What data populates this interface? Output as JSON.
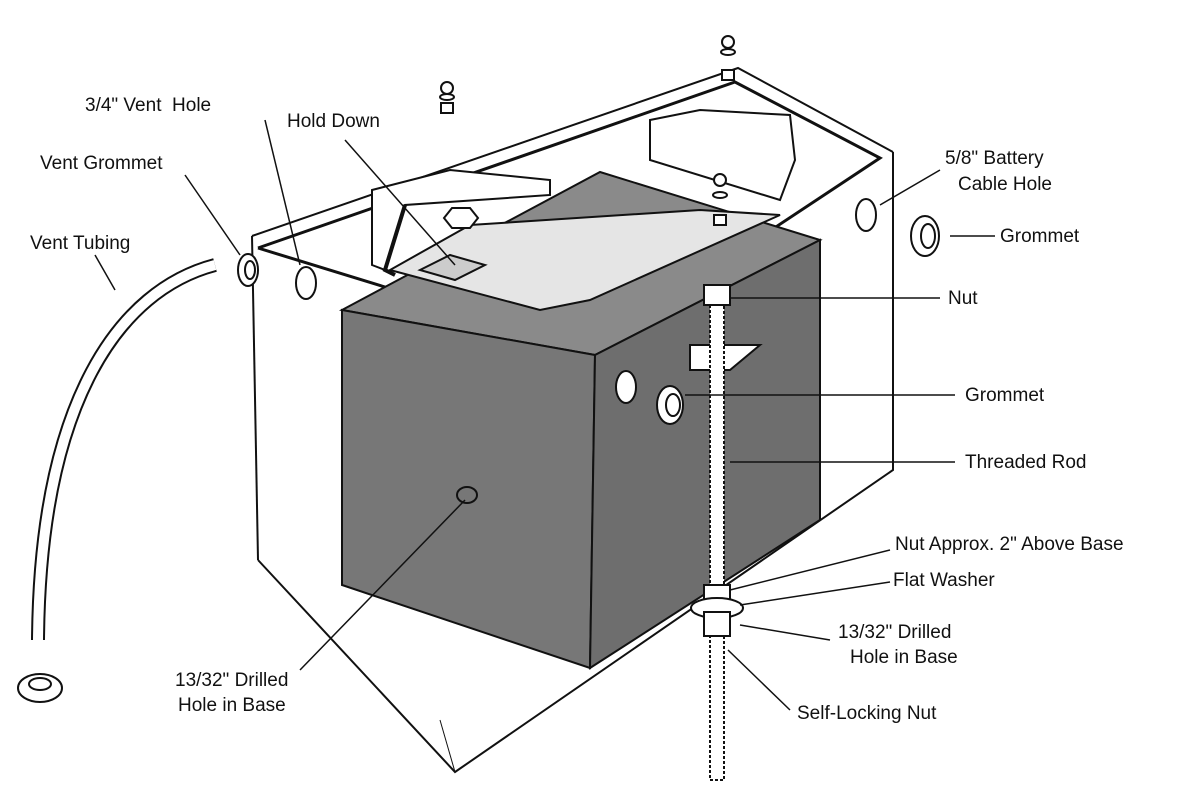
{
  "labels": {
    "vent_hole": "3/4\" Vent  Hole",
    "hold_down": "Hold Down",
    "vent_grommet": "Vent Grommet",
    "vent_tubing": "Vent Tubing",
    "cable_hole_1": "5/8\" Battery",
    "cable_hole_2": "Cable Hole",
    "grommet_right": "Grommet",
    "nut": "Nut",
    "grommet_mid": "Grommet",
    "threaded_rod": "Threaded Rod",
    "nut_above_base": "Nut Approx. 2\" Above Base",
    "flat_washer": "Flat Washer",
    "drilled_right_1": "13/32\" Drilled",
    "drilled_right_2": "Hole in Base",
    "self_locking_nut": "Self-Locking Nut",
    "drilled_left_1": "13/32\" Drilled",
    "drilled_left_2": "Hole in Base"
  },
  "colors": {
    "battery": "#777777",
    "battery_top": "#8a8a8a",
    "line": "#111111"
  }
}
